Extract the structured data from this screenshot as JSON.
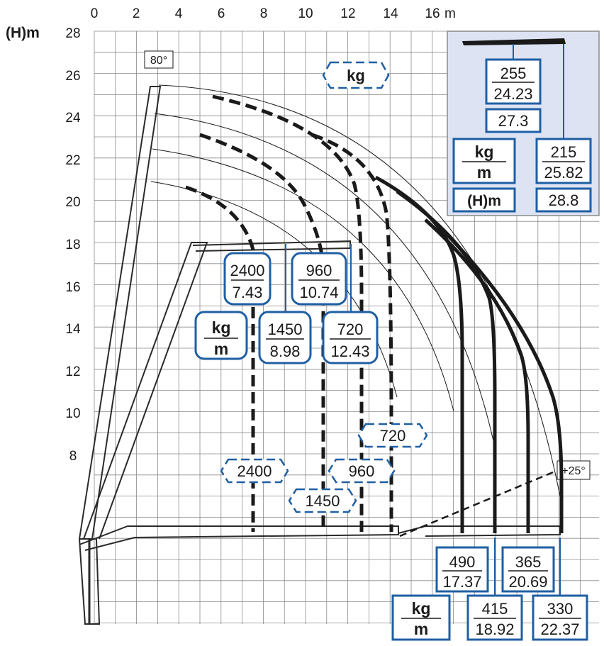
{
  "header": {
    "unit_h": "(H)m",
    "unit_x": "m"
  },
  "axes": {
    "x_ticks": [
      "0",
      "2",
      "4",
      "6",
      "8",
      "10",
      "12",
      "14",
      "16"
    ],
    "y_ticks": [
      "28",
      "26",
      "24",
      "22",
      "20",
      "18",
      "16",
      "14",
      "12",
      "10",
      "8"
    ]
  },
  "angles": {
    "max": "80°",
    "min": "+25°"
  },
  "legend_kg": "kg",
  "unit_box": {
    "kg": "kg",
    "m": "m"
  },
  "upper_loads": [
    {
      "kg": "2400",
      "m": "7.43"
    },
    {
      "kg": "960",
      "m": "10.74"
    },
    {
      "kg": "1450",
      "m": "8.98"
    },
    {
      "kg": "720",
      "m": "12.43"
    }
  ],
  "lower_loads": [
    {
      "kg": "490",
      "m": "17.37"
    },
    {
      "kg": "365",
      "m": "20.69"
    },
    {
      "kg": "415",
      "m": "18.92"
    },
    {
      "kg": "330",
      "m": "22.37"
    }
  ],
  "fly_jib_tags": [
    "2400",
    "960",
    "1450",
    "720"
  ],
  "inset": {
    "load_top": {
      "kg": "255",
      "m": "24.23"
    },
    "height_top": "27.3",
    "load_right": {
      "kg": "215",
      "m": "25.82"
    },
    "unit_kg": "kg",
    "unit_m": "m",
    "unit_h": "(H)m",
    "height_right": "28.8"
  },
  "colors": {
    "accent": "#1f5fa3",
    "inset_bg": "#dde3f3",
    "grid": "#8a8a8a",
    "ink": "#1a1a1a"
  }
}
